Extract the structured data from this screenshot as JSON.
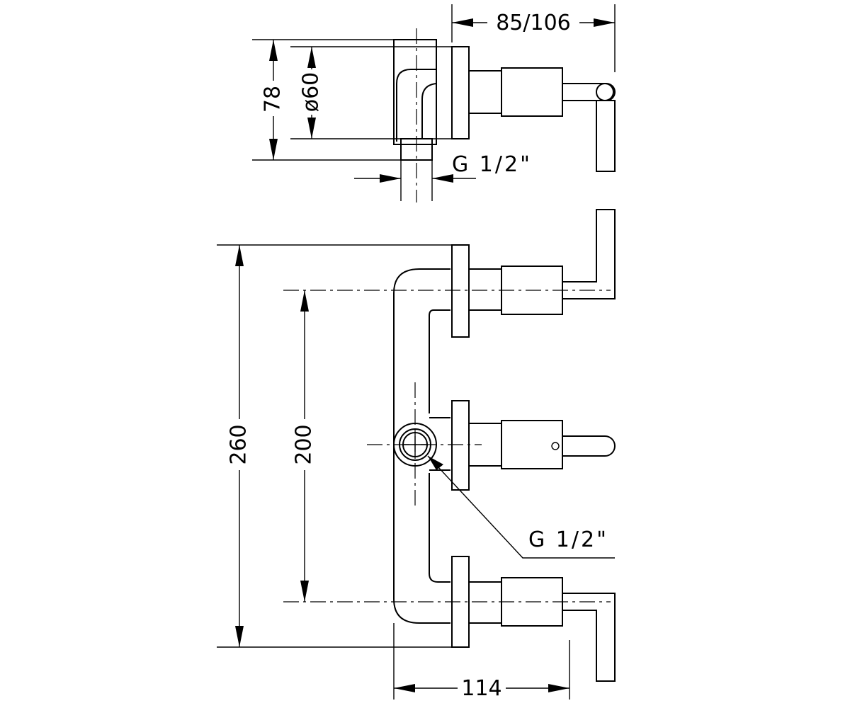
{
  "labels": {
    "depth_range": "85/106",
    "height_78": "78",
    "diameter_60": "ø60",
    "thread_top": "G 1/2\"",
    "height_260": "260",
    "height_200": "200",
    "thread_outlet": "G 1/2\"",
    "width_114": "114"
  }
}
